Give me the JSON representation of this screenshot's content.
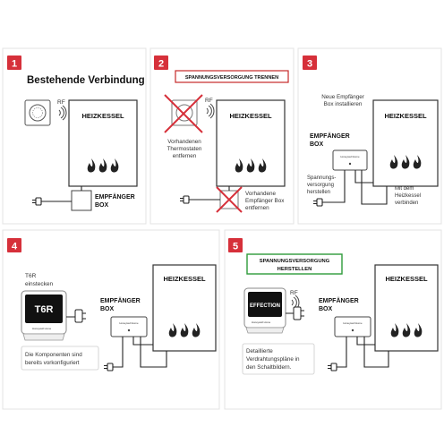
{
  "colors": {
    "step_badge": "#d6303a",
    "warning_border": "#c62828",
    "ok_border": "#2e9b3a",
    "cross": "#d6303a",
    "line": "#222222",
    "panel_border": "#e3e3e3"
  },
  "panels": [
    {
      "number": "1",
      "title": "Bestehende Verbindung",
      "boiler_label": "HEIZKESSEL",
      "receiver_label_line1": "EMPFÄNGER",
      "receiver_label_line2": "BOX",
      "rf_label": "RF"
    },
    {
      "number": "2",
      "banner": "SPANNUNGSVERSORGUNG TRENNEN",
      "boiler_label": "HEIZKESSEL",
      "rf_label": "RF",
      "thermostat_note": [
        "Vorhandenen",
        "Thermostaten",
        "entfernen"
      ],
      "receiver_note": [
        "Vorhandene",
        "Empfänger Box",
        "entfernen"
      ]
    },
    {
      "number": "3",
      "boiler_label": "HEIZKESSEL",
      "install_note": [
        "Neue Empfänger",
        "Box installieren"
      ],
      "receiver_label_line1": "EMPFÄNGER",
      "receiver_label_line2": "BOX",
      "power_note": [
        "Spannungs-",
        "versorgung",
        "herstellen"
      ],
      "connect_note": [
        "Mit dem",
        "Heizkessel",
        "verbinden"
      ],
      "device_brand": "Honeywell Home"
    },
    {
      "number": "4",
      "boiler_label": "HEIZKESSEL",
      "plug_note": [
        "T6R",
        "einstecken"
      ],
      "screen_text": "T6R",
      "thermostat_brand": "Honeywell Home",
      "receiver_label_line1": "EMPFÄNGER",
      "receiver_label_line2": "BOX",
      "preconfig_note": [
        "Die Komponenten sind",
        "bereits vorkonfiguriert"
      ],
      "device_brand": "Honeywell Home"
    },
    {
      "number": "5",
      "banner": [
        "SPANNUNGSVERSORGUNG",
        "HERSTELLEN"
      ],
      "boiler_label": "HEIZKESSEL",
      "rf_label": "RF",
      "screen_text": "EFFECTION",
      "thermostat_brand": "Honeywell Home",
      "receiver_label_line1": "EMPFÄNGER",
      "receiver_label_line2": "BOX",
      "plans_note": [
        "Detaillierte",
        "Verdrahtungspläne in",
        "den Schaltbildern."
      ],
      "device_brand": "Honeywell Home"
    }
  ]
}
